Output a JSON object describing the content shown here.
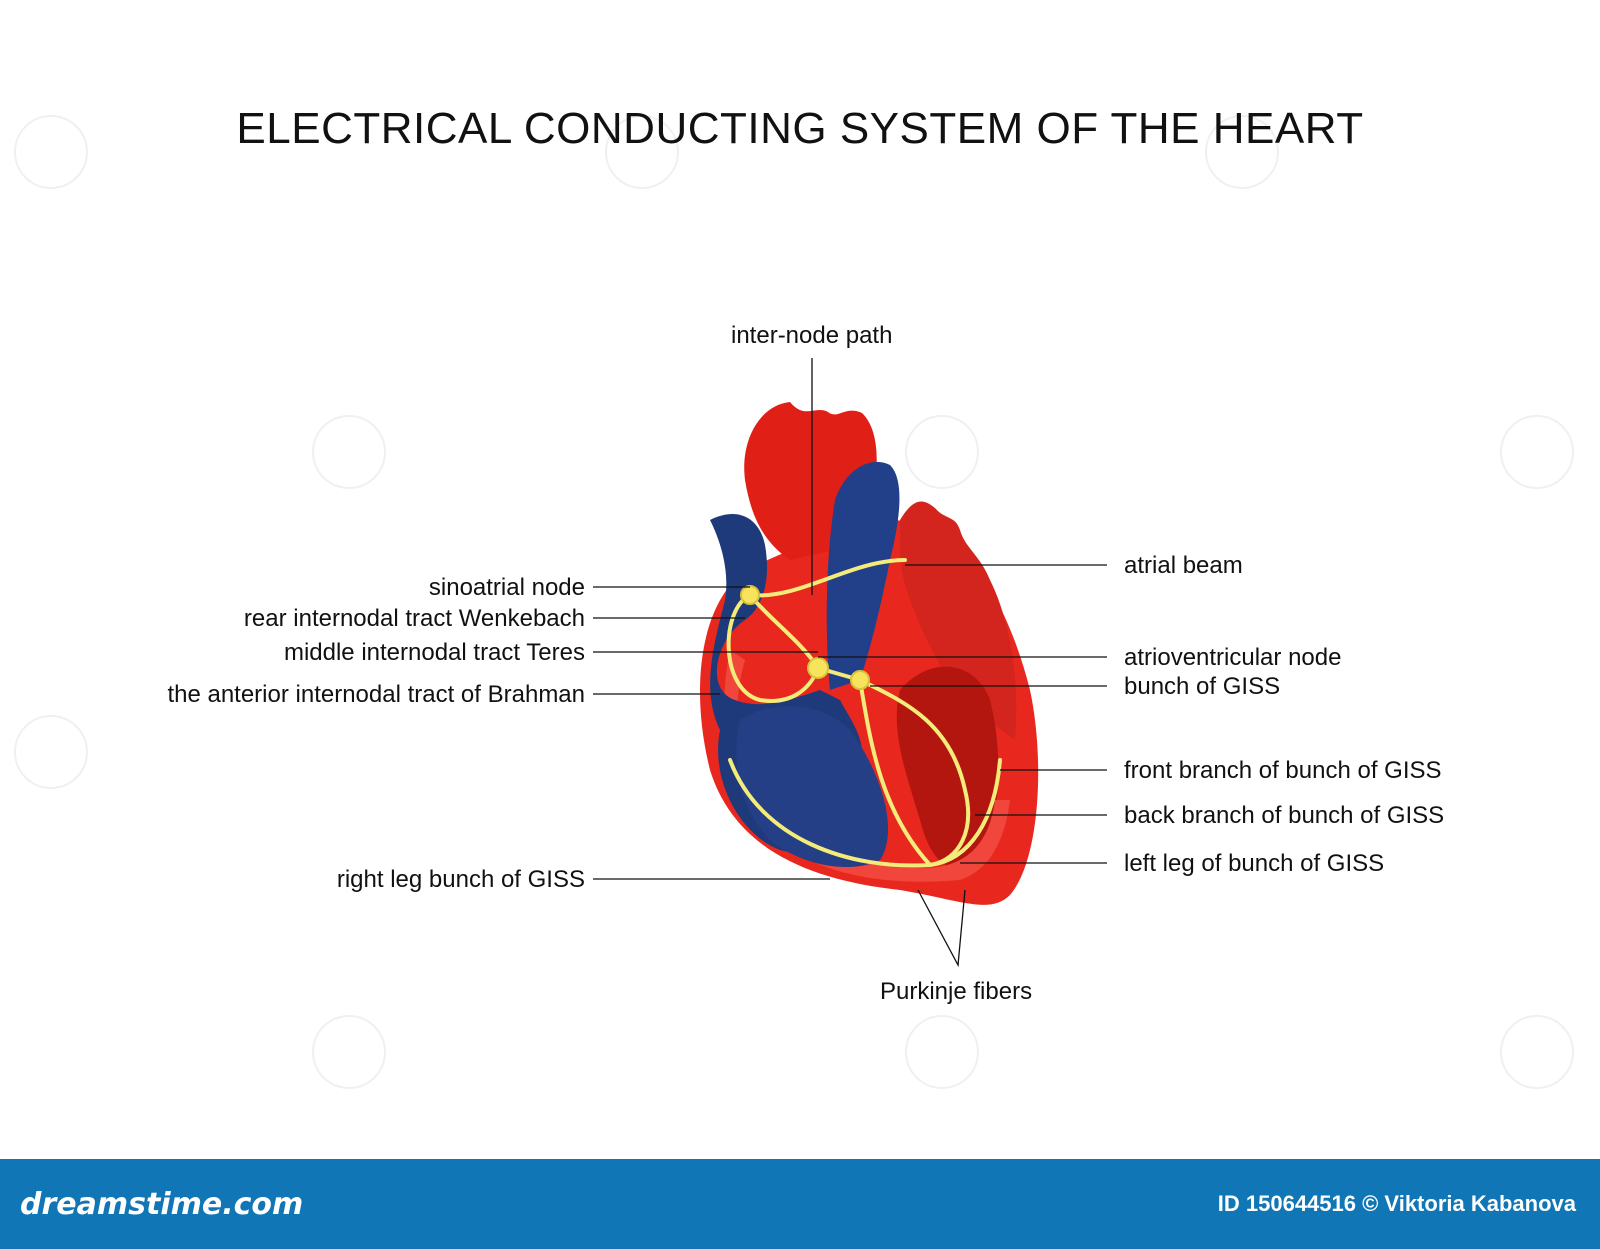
{
  "title": "ELECTRICAL CONDUCTING SYSTEM OF THE HEART",
  "labels": {
    "inter_node_path": "inter-node path",
    "sinoatrial_node": "sinoatrial node",
    "rear_internodal": "rear internodal tract Wenkebach",
    "middle_internodal": "middle internodal tract Teres",
    "anterior_internodal": "the anterior internodal tract of Brahman",
    "right_leg": "right leg bunch of GISS",
    "atrial_beam": "atrial beam",
    "av_node": "atrioventricular node",
    "bunch_giss": "bunch of GISS",
    "front_branch": "front branch of bunch of GISS",
    "back_branch": "back branch of bunch of GISS",
    "left_leg": "left leg of bunch of GISS",
    "purkinje": "Purkinje fibers"
  },
  "footer": {
    "brand": "dreamstime.com",
    "credit": "ID 150644516 © Viktoria Kabanova"
  },
  "colors": {
    "red": "#e8281e",
    "dark_red": "#b3150f",
    "blue": "#1f3a7a",
    "conduction": "#f3ec7a",
    "footer": "#1176b5"
  }
}
